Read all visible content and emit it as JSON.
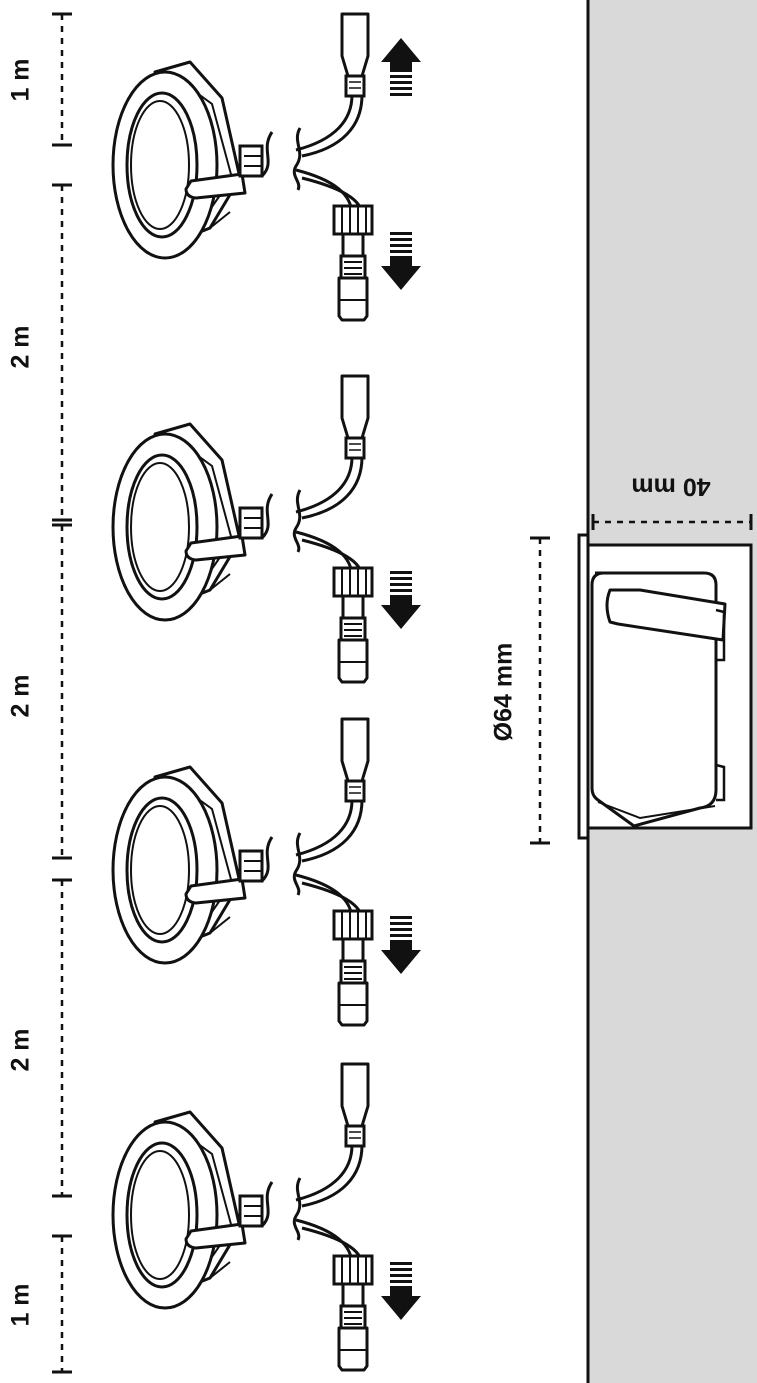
{
  "dimensions": {
    "cable_top": "1 m",
    "spacing_1": "2 m",
    "spacing_2": "2 m",
    "spacing_3": "2 m",
    "cable_bottom": "1 m",
    "diameter": "Ø64 mm",
    "depth": "40 mm"
  },
  "colors": {
    "wall": "#d9d9d9",
    "line": "#111111",
    "paper": "#ffffff"
  },
  "icons": {
    "connector_up": "arrow-up-icon",
    "connector_down": "arrow-down-icon"
  }
}
